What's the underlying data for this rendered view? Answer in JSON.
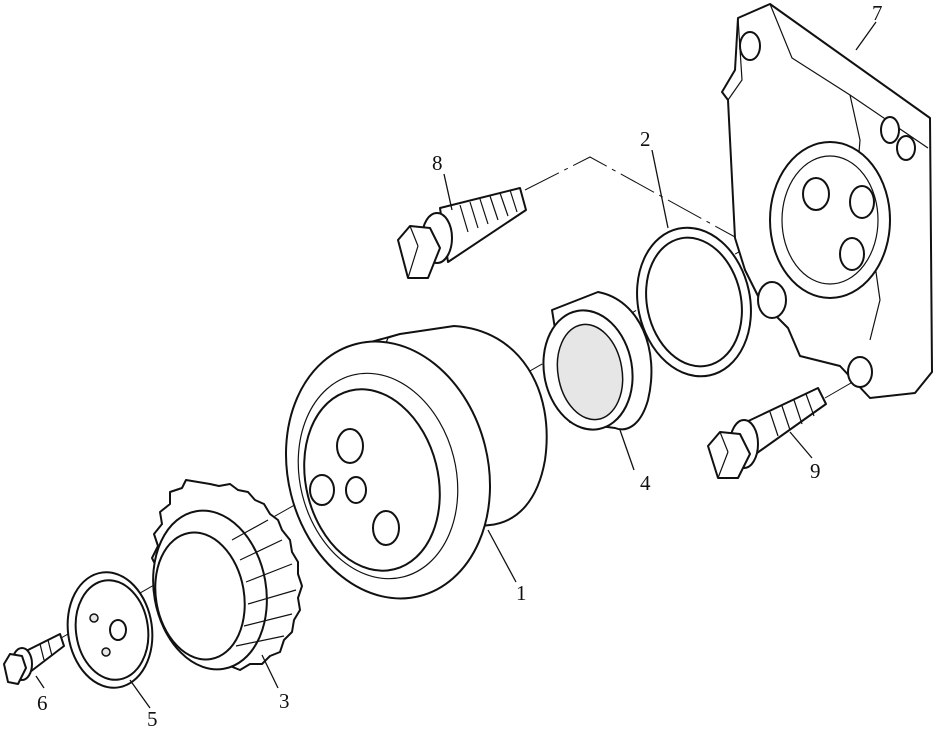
{
  "callouts": {
    "part_1": "1",
    "part_2": "2",
    "part_3": "3",
    "part_4": "4",
    "part_5": "5",
    "part_6": "6",
    "part_7": "7",
    "part_8": "8",
    "part_9": "9"
  },
  "colors": {
    "line": "#111111",
    "background": "#ffffff",
    "shade": "#e6e6e6"
  }
}
